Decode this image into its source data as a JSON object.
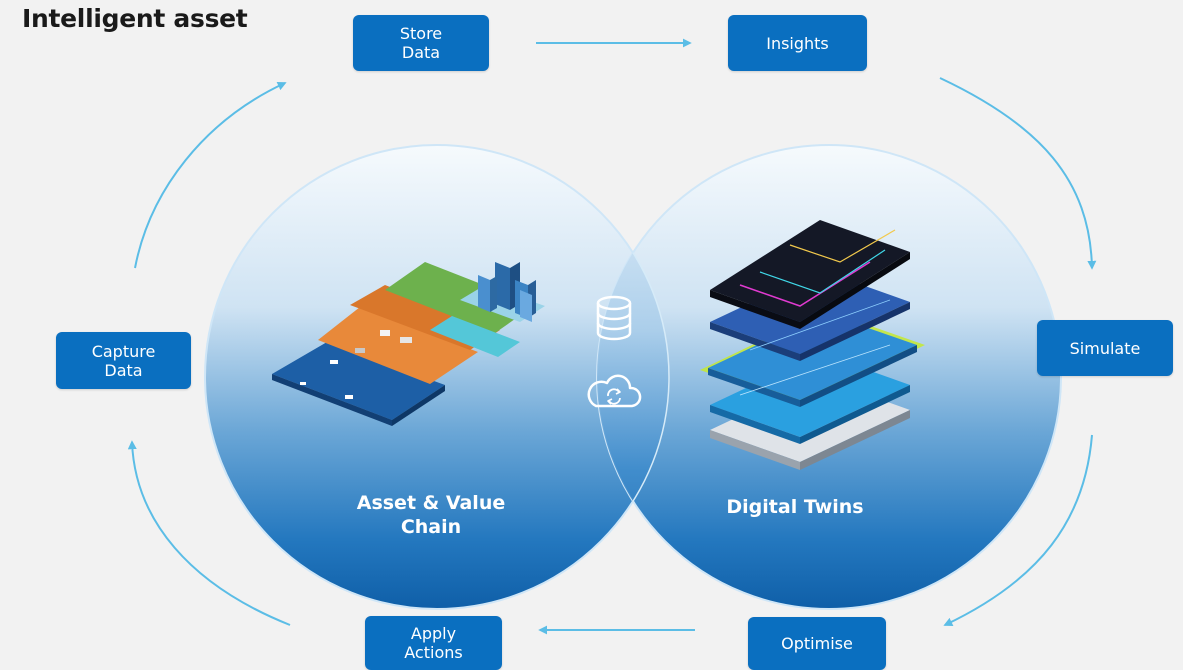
{
  "title": "Intelligent asset",
  "steps": {
    "store_data": "Store\nData",
    "insights": "Insights",
    "simulate": "Simulate",
    "optimise": "Optimise",
    "apply_actions": "Apply\nActions",
    "capture_data": "Capture\nData"
  },
  "circles": {
    "left_label": "Asset & Value\nChain",
    "right_label": "Digital Twins"
  },
  "icons": [
    "database-icon",
    "cloud-sync-icon"
  ],
  "colors": {
    "step_fill": "#0a6fc0",
    "arrow": "#5bbde6",
    "background": "#f2f2f2",
    "circle_light": "#f4f9fd",
    "circle_dark": "#1468ac"
  }
}
